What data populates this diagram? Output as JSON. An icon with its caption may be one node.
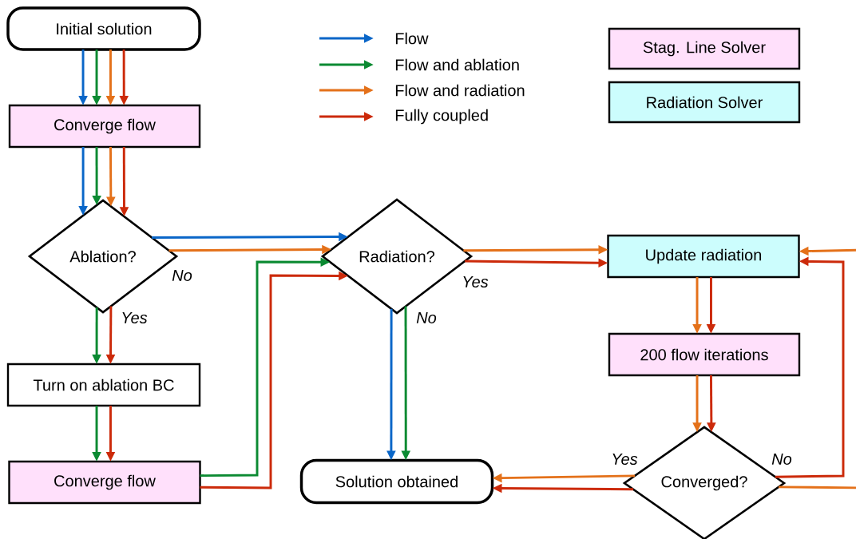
{
  "diagram": {
    "nodes": [
      {
        "text": [
          "Initial solution"
        ]
      },
      {
        "text": [
          "Converge flow"
        ]
      },
      {
        "text": [
          "Ablation?"
        ]
      },
      {
        "text": [
          "Radiation?"
        ]
      },
      {
        "text": [
          "Update radiation"
        ]
      },
      {
        "text": [
          "Turn on ablation BC"
        ]
      },
      {
        "text": [
          "200 flow iterations"
        ]
      },
      {
        "text": [
          "Converge flow"
        ]
      },
      {
        "text": [
          "Solution obtained"
        ]
      },
      {
        "text": [
          "Converged?"
        ]
      }
    ],
    "edges": [
      {
        "from": 0,
        "to": 1,
        "arrow": "to",
        "color": "#0a66c8"
      },
      {
        "from": 0,
        "to": 1,
        "arrow": "to",
        "color": "#0b8a32"
      },
      {
        "from": 0,
        "to": 1,
        "arrow": "to",
        "color": "#e4711a"
      },
      {
        "from": 0,
        "to": 1,
        "arrow": "to",
        "color": "#cc2a0a"
      },
      {
        "from": 1,
        "to": 2,
        "arrow": "to",
        "color": "#0a66c8"
      },
      {
        "from": 1,
        "to": 2,
        "arrow": "to",
        "color": "#0b8a32"
      },
      {
        "from": 1,
        "to": 2,
        "arrow": "to",
        "color": "#e4711a"
      },
      {
        "from": 1,
        "to": 2,
        "arrow": "to",
        "color": "#cc2a0a"
      },
      {
        "from": 2,
        "to": 3,
        "arrow": "to",
        "color": "#0a66c8"
      },
      {
        "from": 2,
        "to": 3,
        "arrow": "to",
        "color": "#e4711a",
        "label": "No"
      },
      {
        "from": 2,
        "to": 5,
        "arrow": "to",
        "color": "#0b8a32"
      },
      {
        "from": 2,
        "to": 5,
        "arrow": "to",
        "color": "#cc2a0a",
        "label": "Yes"
      },
      {
        "from": 5,
        "to": 7,
        "arrow": "to",
        "color": "#0b8a32"
      },
      {
        "from": 5,
        "to": 7,
        "arrow": "to",
        "color": "#cc2a0a"
      },
      {
        "from": 7,
        "to": 3,
        "arrow": "to",
        "color": "#0b8a32"
      },
      {
        "from": 7,
        "to": 3,
        "arrow": "to",
        "color": "#cc2a0a"
      },
      {
        "from": 3,
        "to": 4,
        "arrow": "to",
        "color": "#e4711a",
        "label": "Yes"
      },
      {
        "from": 3,
        "to": 4,
        "arrow": "to",
        "color": "#cc2a0a"
      },
      {
        "from": 3,
        "to": 8,
        "arrow": "to",
        "color": "#0a66c8"
      },
      {
        "from": 3,
        "to": 8,
        "arrow": "to",
        "color": "#0b8a32",
        "label": "No"
      },
      {
        "from": 4,
        "to": 6,
        "arrow": "to",
        "color": "#e4711a"
      },
      {
        "from": 4,
        "to": 6,
        "arrow": "to",
        "color": "#cc2a0a"
      },
      {
        "from": 6,
        "to": 9,
        "arrow": "to",
        "color": "#e4711a"
      },
      {
        "from": 6,
        "to": 9,
        "arrow": "to",
        "color": "#cc2a0a"
      },
      {
        "from": 9,
        "to": 8,
        "arrow": "to",
        "color": "#e4711a",
        "label": "Yes"
      },
      {
        "from": 9,
        "to": 8,
        "arrow": "to",
        "color": "#cc2a0a"
      },
      {
        "from": 9,
        "to": 4,
        "arrow": "to",
        "color": "#cc2a0a",
        "label": "No"
      },
      {
        "from": 9,
        "to": 4,
        "arrow": "to",
        "color": "#e4711a"
      }
    ],
    "legend": [
      {
        "text": "Flow",
        "color": "#0a66c8"
      },
      {
        "text": "Flow and ablation",
        "color": "#0b8a32"
      },
      {
        "text": "Flow and radiation",
        "color": "#e4711a"
      },
      {
        "text": "Fully coupled",
        "color": "#cc2a0a"
      },
      {
        "text": "Stag. Line Solver",
        "color": "#ffe0fb"
      },
      {
        "text": "Radiation Solver",
        "color": "#ccfdfd"
      }
    ]
  }
}
